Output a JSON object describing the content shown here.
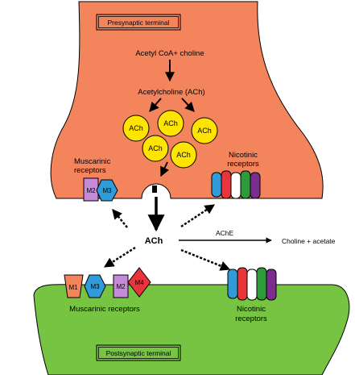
{
  "presynaptic": {
    "title": "Presynaptic terminal",
    "precursor": "Acetyl CoA+ choline",
    "product": "Acetylcholine (ACh)",
    "vesicles": [
      "ACh",
      "ACh",
      "ACh",
      "ACh",
      "ACh"
    ],
    "muscarinic_label_line1": "Muscarinic",
    "muscarinic_label_line2": "receptors",
    "muscarinic_receptors": [
      "M2",
      "M3"
    ],
    "nicotinic_label_line1": "Nicotinic",
    "nicotinic_label_line2": "receptors"
  },
  "cleft": {
    "ach_label": "ACh",
    "enzyme_label": "AChE",
    "breakdown_label": "Choline + acetate"
  },
  "postsynaptic": {
    "title": "Postsynaptic terminal",
    "muscarinic_receptors": [
      "M1",
      "M3",
      "M2",
      "M4"
    ],
    "muscarinic_label": "Muscarinic receptors",
    "nicotinic_label_line1": "Nicotinic",
    "nicotinic_label_line2": "receptors"
  },
  "colors": {
    "presynaptic_fill": "#f4845c",
    "postsynaptic_fill": "#77c442",
    "vesicle_fill": "#ffe400",
    "m1": "#f4845c",
    "m2": "#c58bd8",
    "m3": "#2f9bd8",
    "m4": "#e8353b"
  }
}
